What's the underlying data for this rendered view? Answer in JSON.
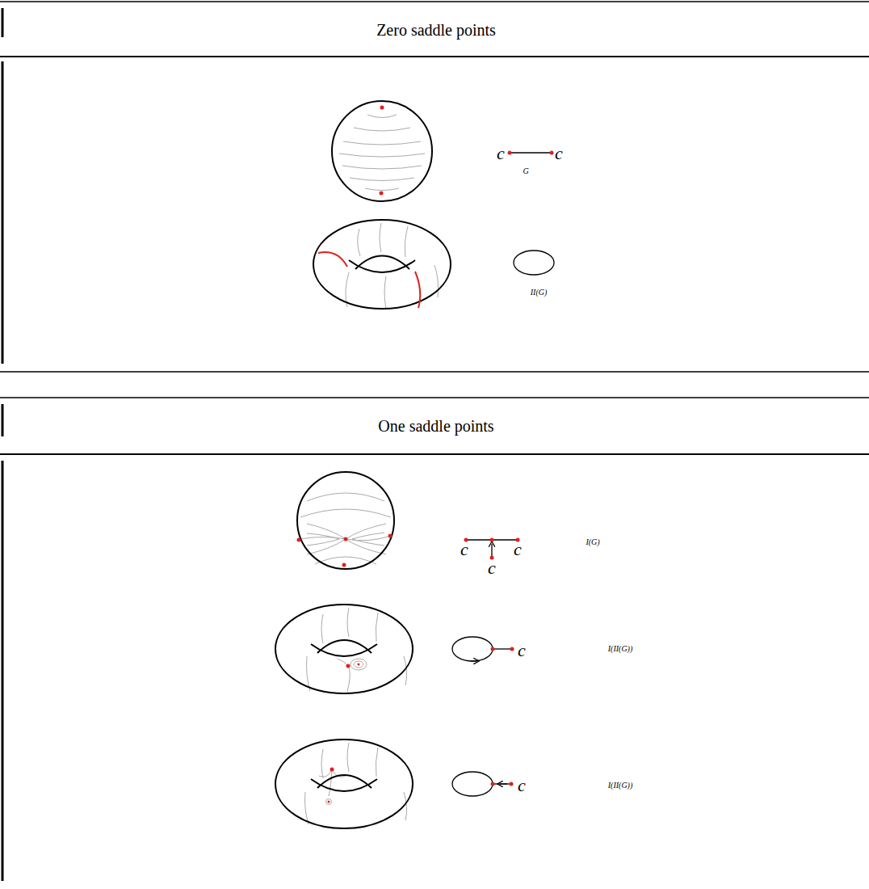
{
  "diagram": {
    "labels": [
      "Zero saddle points",
      "c",
      "c",
      "G",
      "II(G)",
      "One saddle points",
      "c",
      "c",
      "c",
      "I(G)",
      "c",
      "I(II(G))",
      "c",
      "I(II(G))"
    ]
  }
}
